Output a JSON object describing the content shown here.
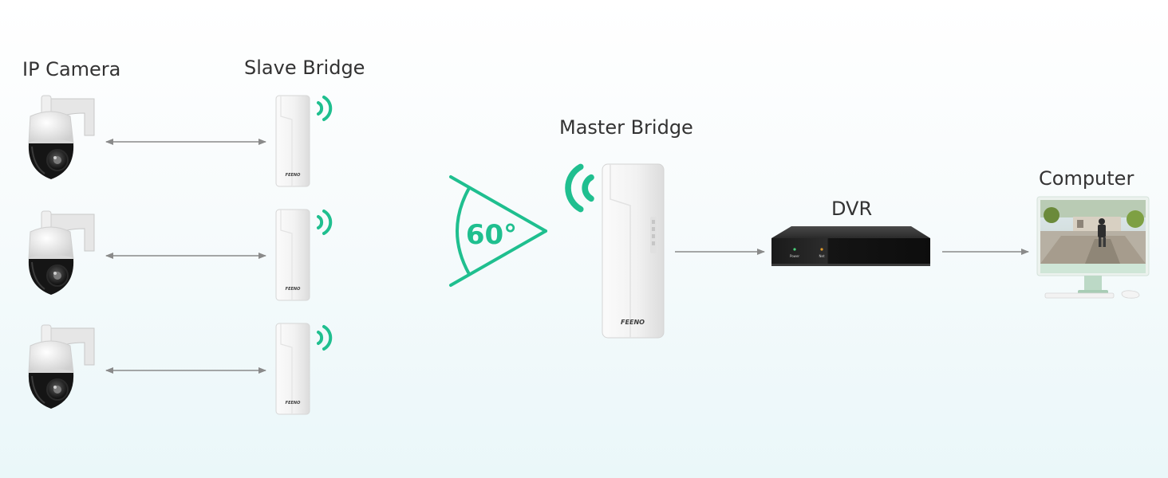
{
  "labels": {
    "ip_camera": "IP Camera",
    "slave_bridge": "Slave Bridge",
    "master_bridge": "Master Bridge",
    "dvr": "DVR",
    "computer": "Computer",
    "angle": "60°"
  },
  "device_markings": {
    "bridge_brand": "FEENO",
    "dvr_power": "Power",
    "dvr_net": "Net"
  },
  "colors": {
    "accent": "#1fbf8f",
    "arrow": "#8a8a8a",
    "text": "#333333"
  },
  "icons": [
    "ptz-camera-icon",
    "wireless-bridge-icon",
    "wifi-signal-icon",
    "dvr-recorder-icon",
    "monitor-icon"
  ]
}
